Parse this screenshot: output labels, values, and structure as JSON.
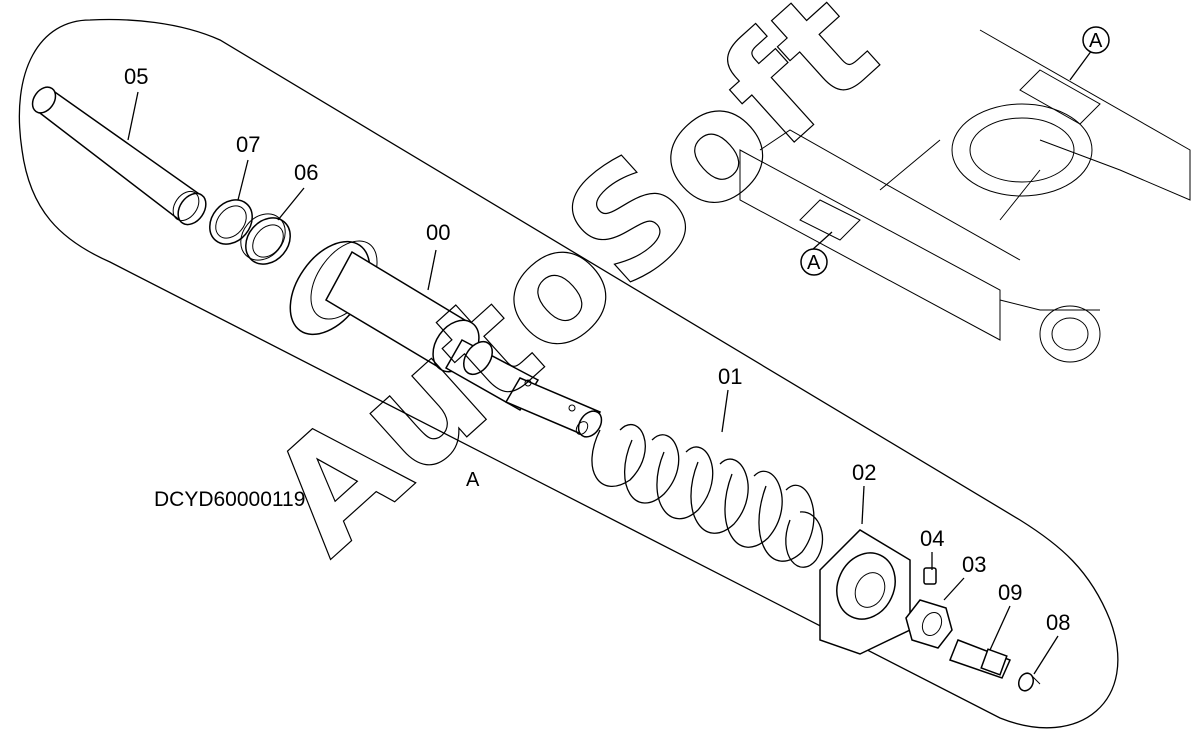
{
  "drawing_code": "DCYD60000119",
  "watermark": "AutoSoft",
  "section_ref": "A",
  "part_labels": {
    "p05": "05",
    "p07": "07",
    "p06": "06",
    "p00": "00",
    "p01": "01",
    "p02": "02",
    "p04": "04",
    "p03": "03",
    "p09": "09",
    "p08": "08"
  }
}
